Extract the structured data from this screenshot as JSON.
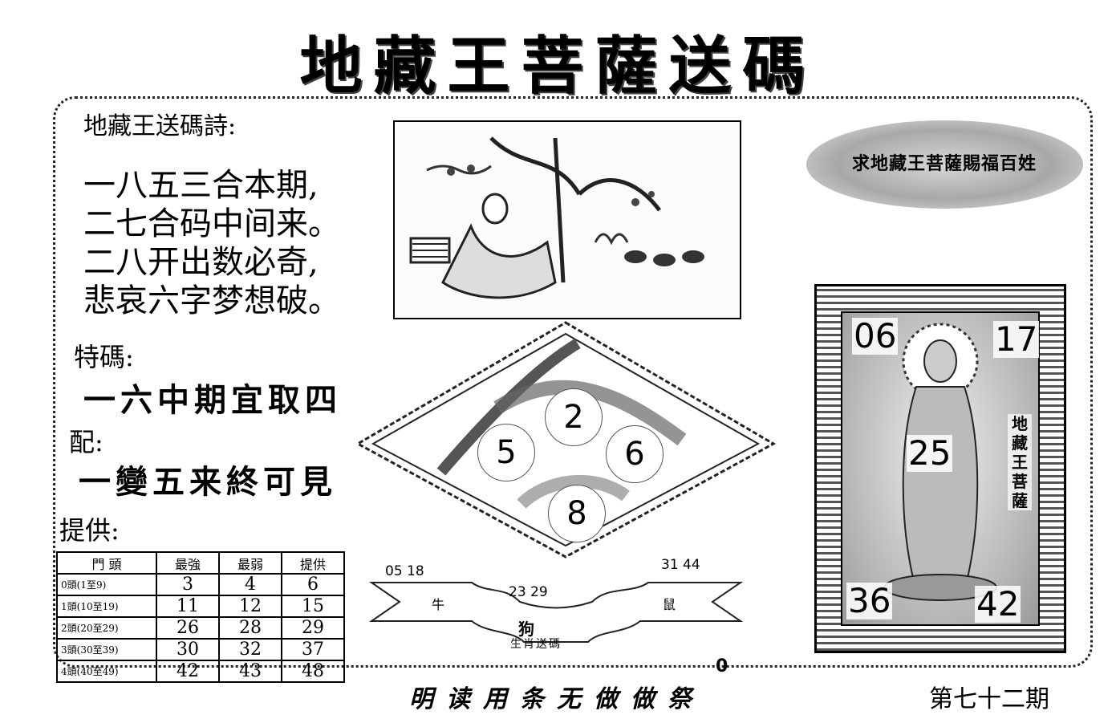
{
  "title": "地藏王菩薩送碼",
  "poem": {
    "heading": "地藏王送碼詩:",
    "lines": [
      "一八五三合本期,",
      "二七合码中间来。",
      "二八开出数必奇,",
      "悲哀六字梦想破。"
    ]
  },
  "tema": {
    "label": "特碼:",
    "text": "一六中期宜取四"
  },
  "pei": {
    "label": "配:",
    "text": "一變五来終可見"
  },
  "provide_label": "提供:",
  "table": {
    "headers": [
      "門 頭",
      "最強",
      "最弱",
      "提供"
    ],
    "rows": [
      [
        "0頭(1至9)",
        "3",
        "4",
        "6"
      ],
      [
        "1頭(10至19)",
        "11",
        "12",
        "15"
      ],
      [
        "2頭(20至29)",
        "26",
        "28",
        "29"
      ],
      [
        "3頭(30至39)",
        "30",
        "32",
        "37"
      ],
      [
        "4頭(40至49)",
        "42",
        "43",
        "48"
      ]
    ]
  },
  "diamond_numbers": {
    "top": "2",
    "left": "5",
    "right": "6",
    "bottom": "8"
  },
  "banner": {
    "left_nums": "05 18",
    "center_nums": "23 29",
    "right_nums": "31 44",
    "left_zodiac": "牛",
    "right_zodiac": "鼠",
    "center_zodiac": "狗",
    "caption": "生肖送碼"
  },
  "oval_text": "求地藏王菩薩賜福百姓",
  "right_panel": {
    "top_left": "06",
    "top_right": "17",
    "center": "25",
    "bottom_left": "36",
    "bottom_right": "42",
    "side_text": "地藏王菩薩"
  },
  "zero_mark": "0",
  "bottom_text": "明读用条无做做祭",
  "issue": "第七十二期"
}
